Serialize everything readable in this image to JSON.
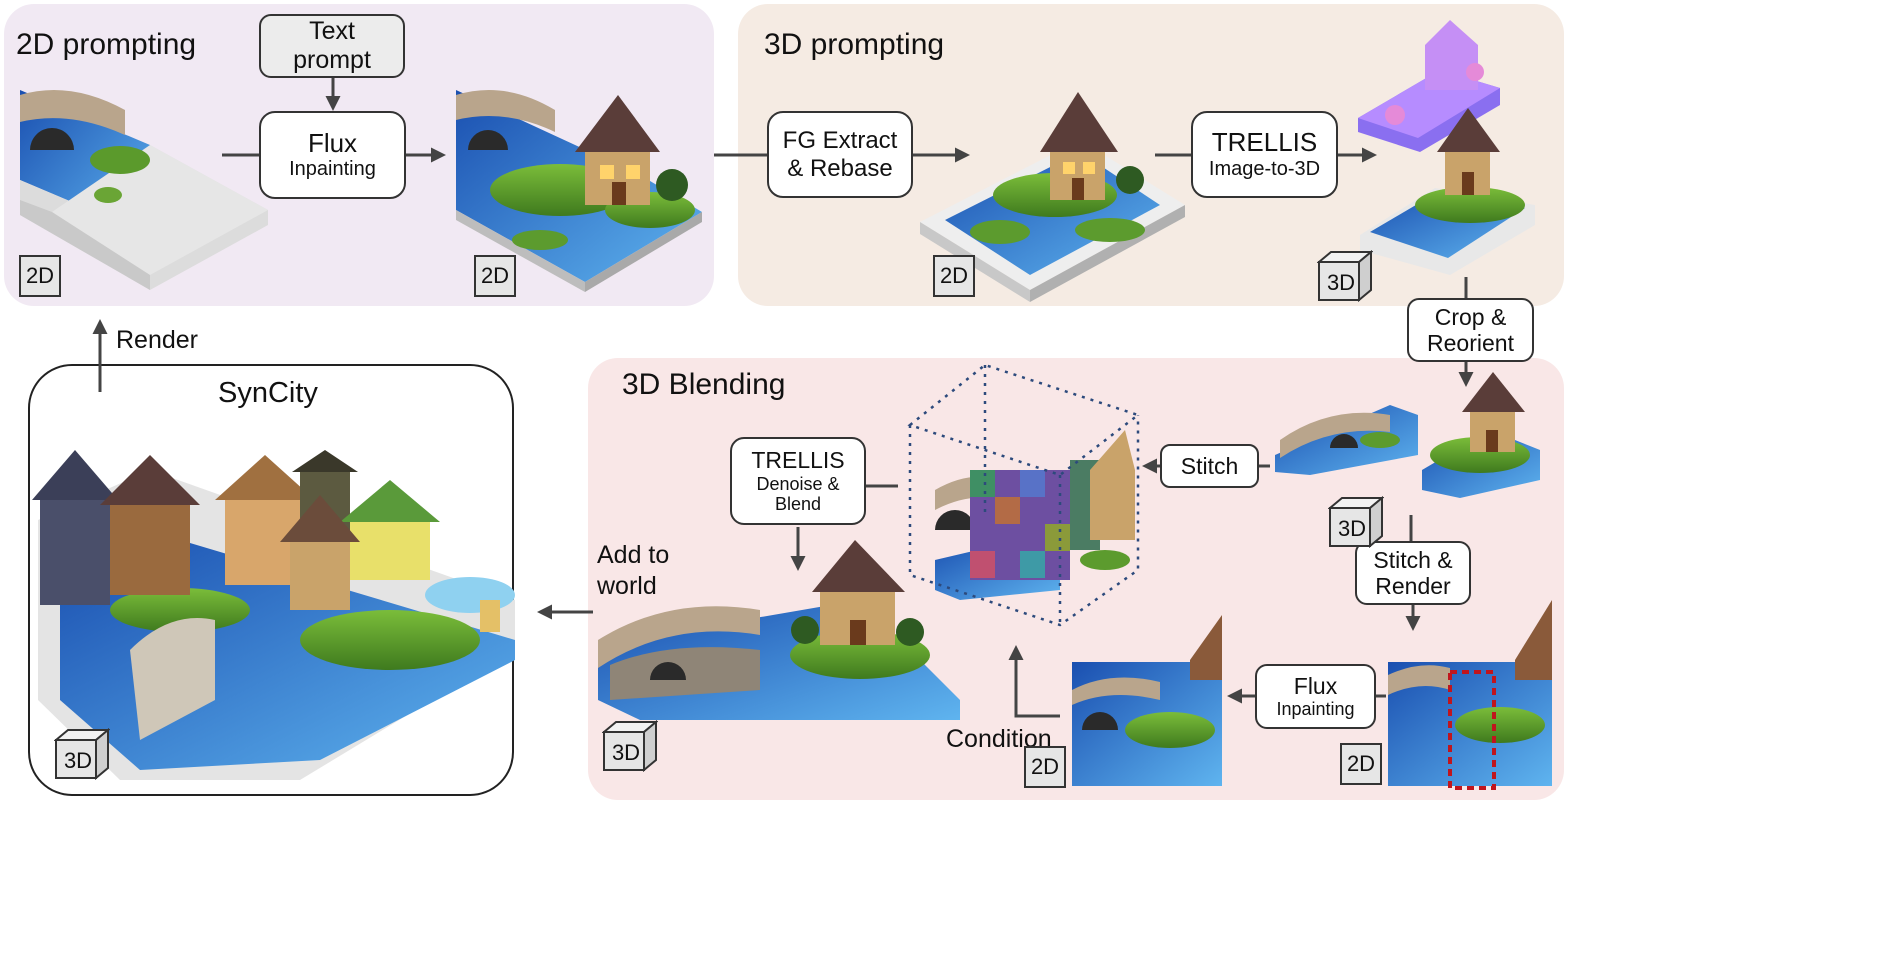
{
  "panels": {
    "prompting_2d": {
      "title": "2D prompting",
      "color": "#f1e9f3"
    },
    "prompting_3d": {
      "title": "3D prompting",
      "color": "#f5ebe3"
    },
    "blending_3d": {
      "title": "3D Blending",
      "color": "#f9e7e7"
    },
    "syncity": {
      "title": "SynCity"
    }
  },
  "boxes": {
    "text_prompt": {
      "line1": "Text",
      "line2": "prompt"
    },
    "flux_top": {
      "line1": "Flux",
      "line2": "Inpainting"
    },
    "fg_extract": {
      "line1": "FG Extract",
      "line2": "& Rebase"
    },
    "trellis_top": {
      "line1": "TRELLIS",
      "line2": "Image-to-3D"
    },
    "crop": {
      "line1": "Crop &",
      "line2": "Reorient"
    },
    "stitch": {
      "line1": "Stitch"
    },
    "stitch_render": {
      "line1": "Stitch &",
      "line2": "Render"
    },
    "flux_bottom": {
      "line1": "Flux",
      "line2": "Inpainting"
    },
    "trellis_blend": {
      "line1": "TRELLIS",
      "line2": "Denoise &",
      "line3": "Blend"
    }
  },
  "labels": {
    "render": "Render",
    "add_to_world_1": "Add to",
    "add_to_world_2": "world",
    "condition": "Condition"
  },
  "tags": {
    "t2d": "2D",
    "t3d": "3D"
  }
}
